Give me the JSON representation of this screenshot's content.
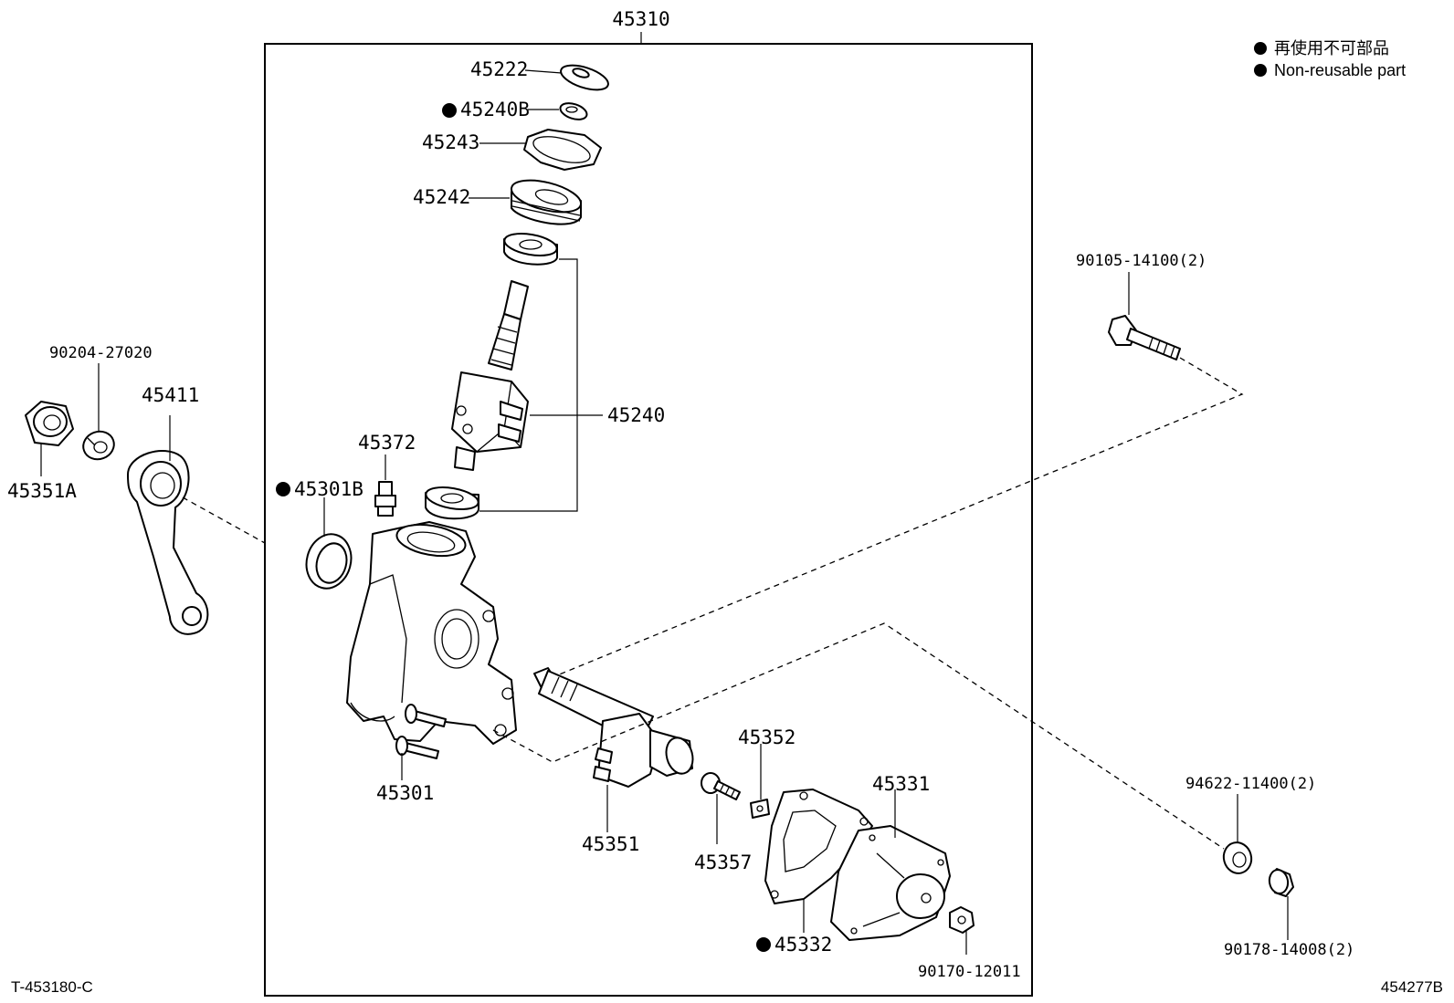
{
  "assembly": {
    "number": "45310"
  },
  "legend": {
    "ja": "再使用不可部品",
    "en": "Non-reusable part"
  },
  "footer": {
    "left_code": "T-453180-C",
    "right_code": "454277B"
  },
  "non_reusable_mark": "●",
  "labels": {
    "p45222": "45222",
    "p45240B": "45240B",
    "p45243": "45243",
    "p45242": "45242",
    "p45240": "45240",
    "p45372": "45372",
    "p45301B": "45301B",
    "p45301": "45301",
    "p45351": "45351",
    "p45352": "45352",
    "p45357": "45357",
    "p45331": "45331",
    "p45332": "45332",
    "p90170": "90170-12011",
    "p90105": "90105-14100(2)",
    "p94622": "94622-11400(2)",
    "p90178": "90178-14008(2)",
    "p90204": "90204-27020",
    "p45411": "45411",
    "p45351A": "45351A"
  }
}
